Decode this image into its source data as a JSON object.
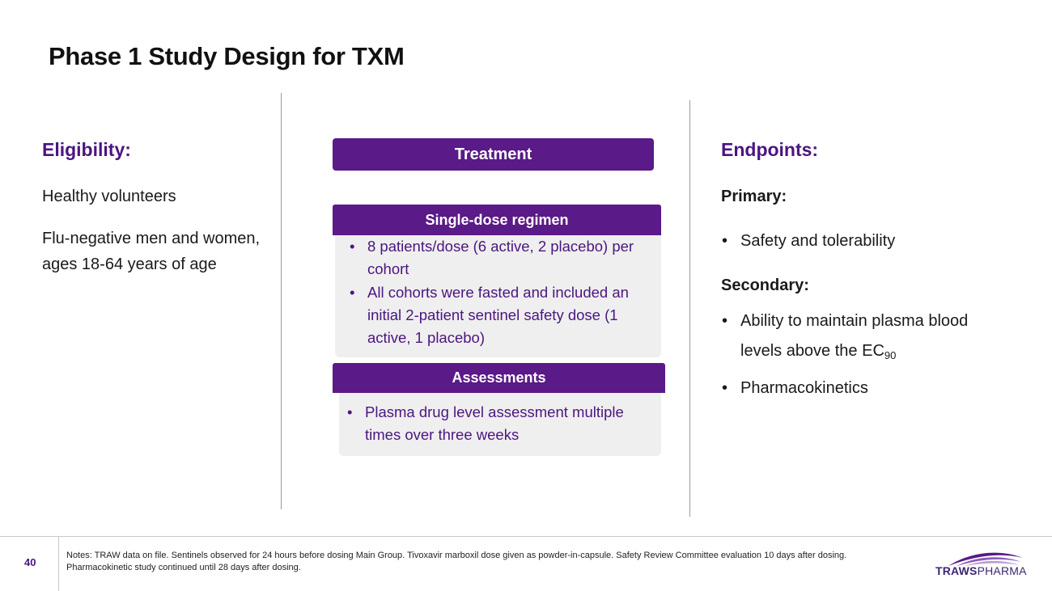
{
  "slide": {
    "title": "Phase 1 Study Design for TXM"
  },
  "eligibility": {
    "heading": "Eligibility:",
    "items": [
      "Healthy volunteers",
      "Flu-negative men and women, ages 18-64 years of age"
    ]
  },
  "treatment": {
    "heading": "Treatment",
    "single_dose": {
      "heading": "Single-dose regimen",
      "bullets": [
        "8 patients/dose (6 active, 2 placebo) per cohort",
        "All cohorts were fasted and included an initial 2-patient sentinel safety dose (1 active, 1 placebo)"
      ]
    },
    "assessments": {
      "heading": "Assessments",
      "bullets": [
        "Plasma drug level assessment multiple times over three weeks"
      ]
    }
  },
  "endpoints": {
    "heading": "Endpoints:",
    "primary": {
      "heading": "Primary:",
      "bullets": [
        "Safety and tolerability"
      ]
    },
    "secondary": {
      "heading": "Secondary:",
      "bullet_1_text": "Ability to maintain plasma blood levels above the EC",
      "bullet_1_subscript": "90",
      "bullet_2_text": "Pharmacokinetics"
    }
  },
  "footer": {
    "page_number": "40",
    "notes": "Notes: TRAW data on file. Sentinels observed for 24 hours before dosing Main Group. Tivoxavir marboxil dose given as powder-in-capsule. Safety Review Committee evaluation 10 days after dosing. Pharmacokinetic study continued until 28 days after dosing.",
    "logo_primary": "TRAWS",
    "logo_secondary": "PHARMA"
  },
  "colors": {
    "accent_purple": "#5a1a87",
    "heading_purple": "#4b1580",
    "panel_gray": "#efefef"
  }
}
